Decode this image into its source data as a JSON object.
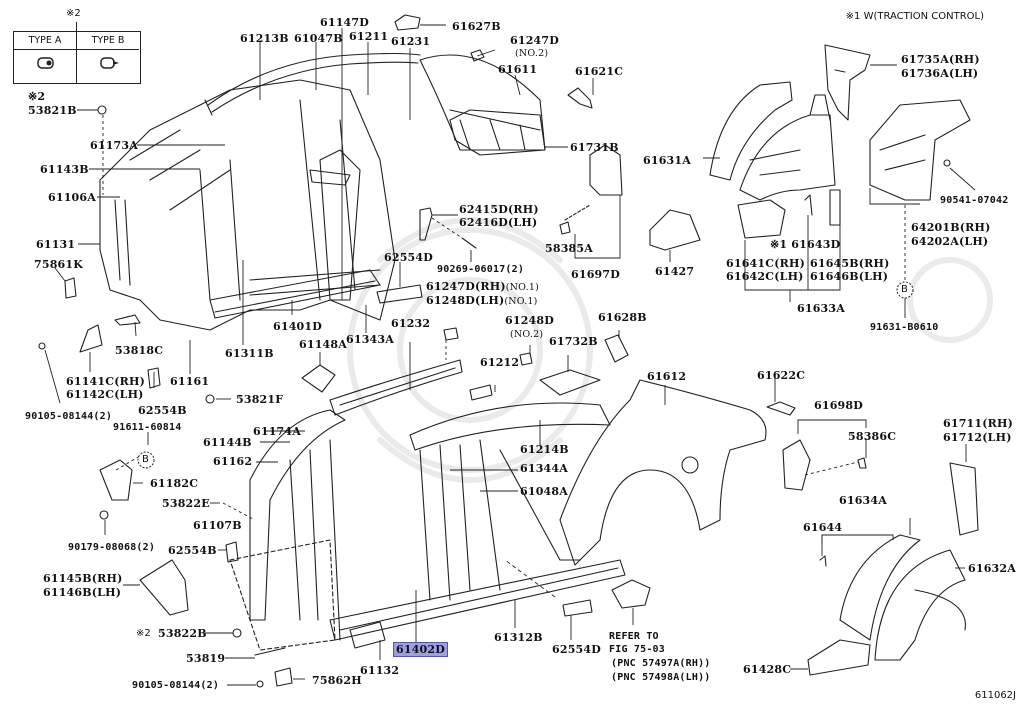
{
  "diagram": {
    "title_note": "※1 W(TRACTION CONTROL)",
    "figure_id": "611062J",
    "highlight_color": "#9e9ee6",
    "legend": {
      "marker": "※2",
      "types": [
        {
          "label": "TYPE A",
          "icon": "clip-type-a-icon"
        },
        {
          "label": "TYPE B",
          "icon": "clip-type-b-icon"
        }
      ]
    },
    "refer_note": {
      "line1": "REFER TO",
      "line2": "FIG 75-03",
      "line3": "(PNC 57497A(RH))",
      "line4": "(PNC 57498A(LH))"
    },
    "callout_b": "B",
    "labels": {
      "l53821b_mark": "※2",
      "l53821b": "53821B",
      "l61173a": "61173A",
      "l61143b": "61143B",
      "l61106a": "61106A",
      "l61131": "61131",
      "l75861k": "75861K",
      "l53818c": "53818C",
      "l61141c": "61141C(RH)",
      "l61142c": "61142C(LH)",
      "l62554b_top": "62554B",
      "l61161": "61161",
      "l90105_top": "90105-08144(2)",
      "l53821f": "53821F",
      "l61213b": "61213B",
      "l61047b": "61047B",
      "l61147d": "61147D",
      "l61211": "61211",
      "l61231": "61231",
      "l61627b": "61627B",
      "l61247d_no2": "61247D",
      "l61247d_no2_sub": "(NO.2)",
      "l61611": "61611",
      "l61621c": "61621C",
      "l61731b": "61731B",
      "l62415d": "62415D(RH)",
      "l62416d": "62416D(LH)",
      "l58385a": "58385A",
      "l61697d": "61697D",
      "l90269": "90269-06017(2)",
      "l62554d_top": "62554D",
      "l61247d_no1": "61247D(RH)",
      "l61248d_no1": "61248D(LH)",
      "no1": "(NO.1)",
      "l61401d": "61401D",
      "l61311b": "61311B",
      "l61343a": "61343A",
      "l61148a": "61148A",
      "l61232": "61232",
      "l61248d_no2": "61248D",
      "l61248d_no2_sub": "(NO.2)",
      "l61212": "61212",
      "l61732b": "61732B",
      "l61628b": "61628B",
      "l61612": "61612",
      "l61214b": "61214B",
      "l61344a": "61344A",
      "l61048a": "61048A",
      "l61174a": "61174A",
      "l61144b": "61144B",
      "l61162": "61162",
      "l91611": "91611-60814",
      "l61182c": "61182C",
      "l53822e": "53822E",
      "l61107b": "61107B",
      "l90179": "90179-08068(2)",
      "l62554b_bot": "62554B",
      "l61145b": "61145B(RH)",
      "l61146b": "61146B(LH)",
      "l53822b_mark": "※2",
      "l53822b": "53822B",
      "l53819": "53819",
      "l90105_bot": "90105-08144(2)",
      "l75862h": "75862H",
      "l61132": "61132",
      "l61402d": "61402D",
      "l61312b": "61312B",
      "l62554d_bot": "62554D",
      "l61735a": "61735A(RH)",
      "l61736a": "61736A(LH)",
      "l61631a": "61631A",
      "l90541": "90541-07042",
      "l64201b": "64201B(RH)",
      "l64202a": "64202A(LH)",
      "l61427": "61427",
      "l61643d": "※1 61643D",
      "l61641c": "61641C(RH)",
      "l61642c": "61642C(LH)",
      "l61645b": "61645B(RH)",
      "l61646b": "61646B(LH)",
      "l61633a": "61633A",
      "l91631": "91631-B0610",
      "l61622c": "61622C",
      "l61698d": "61698D",
      "l58386c": "58386C",
      "l61711": "61711(RH)",
      "l61712": "61712(LH)",
      "l61634a": "61634A",
      "l61644": "61644",
      "l61632a": "61632A",
      "l61428c": "61428C"
    }
  }
}
